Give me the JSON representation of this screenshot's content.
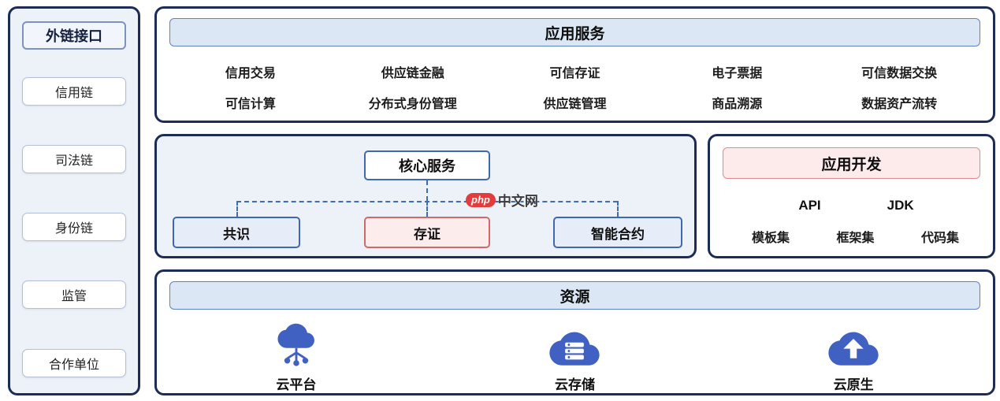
{
  "sidebar": {
    "title": "外链接口",
    "items": [
      "信用链",
      "司法链",
      "身份链",
      "监管",
      "合作单位"
    ]
  },
  "app_services": {
    "title": "应用服务",
    "row1": [
      "信用交易",
      "供应链金融",
      "可信存证",
      "电子票据",
      "可信数据交换"
    ],
    "row2": [
      "可信计算",
      "分布式身份管理",
      "供应链管理",
      "商品溯源",
      "数据资产流转"
    ]
  },
  "core_services": {
    "title": "核心服务",
    "nodes": [
      {
        "label": "共识",
        "variant": "blue"
      },
      {
        "label": "存证",
        "variant": "red"
      },
      {
        "label": "智能合约",
        "variant": "blue"
      }
    ],
    "watermark": {
      "badge": "php",
      "text": "中文网"
    }
  },
  "app_dev": {
    "title": "应用开发",
    "row1": [
      "API",
      "JDK"
    ],
    "row2": [
      "模板集",
      "框架集",
      "代码集"
    ]
  },
  "resources": {
    "title": "资源",
    "items": [
      {
        "label": "云平台",
        "icon": "cloud-platform-icon"
      },
      {
        "label": "云存储",
        "icon": "cloud-storage-icon"
      },
      {
        "label": "云原生",
        "icon": "cloud-native-icon"
      }
    ]
  },
  "colors": {
    "outline_navy": "#1c2c54",
    "panel_bg": "#edf1f8",
    "header_blue_bg": "#dce7f6",
    "accent_blue": "#3f68b0",
    "accent_red": "#d06a6a",
    "pink_bg": "#fdecec",
    "cloud_blue": "#4161c2",
    "watermark_red": "#e23c3c"
  }
}
